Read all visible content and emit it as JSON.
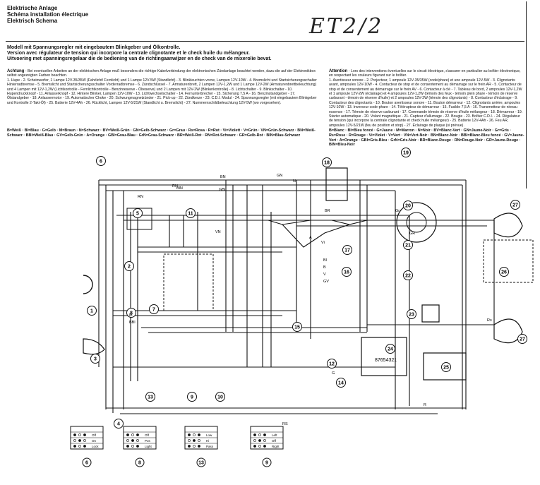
{
  "header": {
    "line1": "Elektrische Anlage",
    "line2": "Schéma installation électrique",
    "line3": "Elektrisch Schema"
  },
  "doc_code": "ET2/2",
  "model": {
    "de": "Modell mit Spannungsregler mit eingebautem Blinkgeber und Ölkontrolle.",
    "fr": "Version avec régulateur de tension qui incorpore la centrale clignotante et le check huile du mélangeur.",
    "nl": "Uitvoering met spanningsregelaar die de bediening van de richtingaanwijzer en de check van de mixerolie bevat."
  },
  "left_notes": {
    "title": "Achtung",
    "intro": "- Bei eventuellen Arbeiten an der elektrischen Anlage muß besonders die richtige Kabelverbindung der elektronischen Zündanlage beachtet werden, dazu die auf der Elektronikbox selbst angezeigten Farben beachten.",
    "body": "1. Hupe - 2. Scheinwerfer, 1 Lampe 12V-35/35W (Fahrlicht/ Fernlicht) und 1 Lampe 12V-5W (Standlicht) - 3. Blinkleuchten vorne, Lampen 12V-10W - 4. Bremslicht und Startsicherungsschalter Hinterradbremse - 5. Bremslicht und Startsicherungsschalter Vorderradbremse - 6. Zündschlüssel - 7. Armaturenbrett, 2 Lampen 12V-1,2W und 1 Lampe 12V-2W (Armaturenbrettbeleuchtung) und 4 Lampen mit 12V-1,2W (Lichtkontrolle - Fernlichtkontrolle - Benzinreserve - Ölreserve) und 2 Lampen mit 12V-2W (Blinkerkontrolle) - 8. Lichtschalter - 9. Blinkschalter - 10. Hupendruckknopf - 11. Anlasserknopf - 12. Hintere Blinker, Lampen 12V-10W - 13. Lichtwechselschalter - 14. Fernunterbrecher - 15. Sicherung 7,5 A - 16. Benzinstandgeber - 17. Ölstandgeber - 18. Anlassermotor - 19. Automatischer Choke - 20. Schwungmagnetzünder - 21. Pick-up - 22. Zündkerze - 23. C.D.I. Modul - 24. Spannungsregler (mit eingebautem Blinkgeber und Kontrolle 2-Takt-Öl) - 25. Batterie 12V-4Ah - 26. Rücklicht, Lampen 12V-5/21W (Standlicht u. Bremslicht) - 27. Nummernschildbeleuchtung 12V-5W (wo vorgesehen)."
  },
  "right_notes": {
    "title": "Attention",
    "intro": "- Lors des interventions éventuelles sur le circuit électrique, s'assurer en particulier au boîtier électronique, en respectant les couleurs figurant sur le boîtier.",
    "body": "1. Avertisseur sonore - 2. Projecteur, 1 ampoule 12V-35/35W (code/phare) et une ampoule 12V-5W - 3. Clignotants avant, ampoules 12V-10W - 4. Contacteur de stop et de consentement au démarrage sur le frein AR - 5. Contacteur de stop et de consentement au démarrage sur le frein AV - 6. Contacteur à clé - 7. Tableau de bord, 2 ampoules 12V-1,2W et 1 ampoule 12V-2W (éclairage) et 4 ampoules 12V-1,2W (témoin des feux - témoin plein phare - témoin de réserve carburant - témoin de réserve d'huile) et 2 ampoules 12V-2W (témoin des clignotants) - 8. Contacteur d'éclairage - 9. Contacteur des clignotants - 10. Bouton avertisseur sonore - 11. Bouton démarreur - 12. Clignotants arrière, ampoules 12V-10W - 13. Inverseur code-phare - 14. Télérupteur de démarreur - 15. Fusible 7,5 A - 16. Transmetteur de niveau essence - 17. Témoin de réserve carburant - 17. Commande témoin de réserve d'huile mélangeur - 18. Démarreur - 19. Starter automatique - 20. Volant magnétique - 21. Capteur d'allumage - 22. Bougie - 23. Boîtier C.D.I. - 24. Régulateur de tension (qui incorpore la centrale clignotante et check huile mélangeur) - 25. Batterie 12V-4Ah - 26. Feu AR, ampoules 12V-5/21W (feu de position et stop) - 27. Éclairage de plaque (si prévue)."
  },
  "color_legend_de": "B=Weiß · Bl=Blau · G=Gelb · M=Braun · N=Schwarz · BV=Weiß-Grün · GN=Gelb-Schwarz · Gr=Grau · Rs=Rosa · R=Rot · Vi=Violett · V=Grün · VN=Grün-Schwarz · BN=Weiß-Schwarz · BBl=Weiß-Blau · GV=Gelb-Grün · A=Orange · GBl=Grau-Blau · GrN=Grau-Schwarz · BR=Weiß-Rot · RN=Rot-Schwarz · GR=Gelb-Rot · BlN=Blau-Schwarz",
  "color_legend_fr": "B=Blanc · Bl=Bleu foncé · G=Jaune · M=Marron · N=Noir · BV=Blanc-Vert · GN=Jaune-Noir · Gr=Gris · Rs=Rose · R=Rouge · Vi=Violet · V=Vert · VN=Vert-Noir · BN=Blanc-Noir · BBl=Blanc-Bleu foncé · GV=Jaune-Vert · A=Orange · GBl=Gris-Bleu · GrN=Gris-Noir · BR=Blanc-Rouge · RN=Rouge-Noir · GR=Jaune-Rouge · BlN=Bleu-Noir",
  "diagram": {
    "component_numbers": [
      "1",
      "2",
      "3",
      "4",
      "5",
      "6",
      "7",
      "8",
      "9",
      "10",
      "11",
      "12",
      "13",
      "14",
      "15",
      "16",
      "17",
      "18",
      "19",
      "20",
      "21",
      "22",
      "23",
      "24",
      "25",
      "26",
      "27"
    ],
    "wire_labels": [
      "GN",
      "BN",
      "RN",
      "N",
      "A",
      "Vi",
      "B",
      "V",
      "GV",
      "VN",
      "M",
      "BBl",
      "R",
      "Rs",
      "G",
      "BR",
      "Gr",
      "GR",
      "BlN",
      "GBl",
      "RS",
      "Bl",
      "RN"
    ],
    "connector_tables": [
      {
        "id": "6",
        "rows": [
          "Off",
          "On",
          "Lock"
        ]
      },
      {
        "id": "8",
        "rows": [
          "Off",
          "Pos",
          "Light"
        ]
      },
      {
        "id": "13",
        "rows": [
          "Low",
          "Hi",
          "Pass"
        ]
      },
      {
        "id": "9",
        "rows": [
          "Left",
          "Off",
          "Right"
        ]
      }
    ],
    "regulator_pins": "87654321"
  }
}
